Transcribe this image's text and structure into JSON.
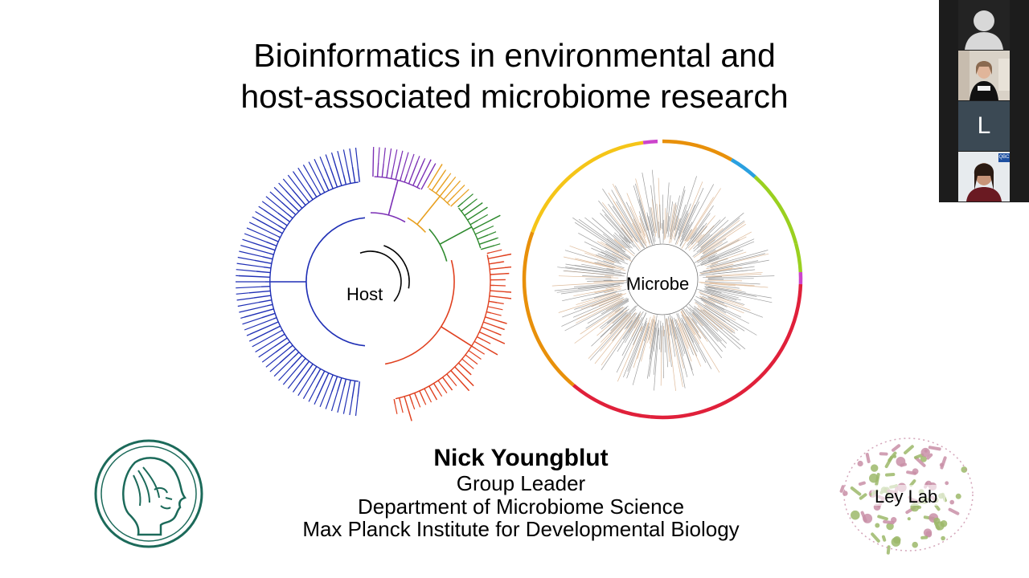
{
  "slide": {
    "title_line1": "Bioinformatics in environmental and",
    "title_line2": "host-associated microbiome research",
    "host_label": "Host",
    "microbe_label": "Microbe",
    "presenter": {
      "name": "Nick Youngblut",
      "role": "Group Leader",
      "department": "Department of Microbiome Science",
      "institute": "Max Planck Institute for Developmental Biology"
    },
    "lab_label": "Ley Lab"
  },
  "video_panel": {
    "participants": [
      {
        "kind": "avatar-placeholder"
      },
      {
        "kind": "camera"
      },
      {
        "kind": "initial",
        "initial": "L"
      },
      {
        "kind": "camera",
        "badge": "QBC"
      }
    ]
  },
  "colors": {
    "host_clades": [
      "#1f2fb5",
      "#7b2fb5",
      "#e8a020",
      "#2e8a2e",
      "#e0401f"
    ],
    "microbe_ring": [
      "#f5c518",
      "#e8900a",
      "#9ad020",
      "#e0203a",
      "#cc44cc",
      "#2aa0e0"
    ],
    "mpg_green": "#1c6a5a",
    "ley_pink": "#c98fa7",
    "ley_green": "#9cb86a"
  }
}
